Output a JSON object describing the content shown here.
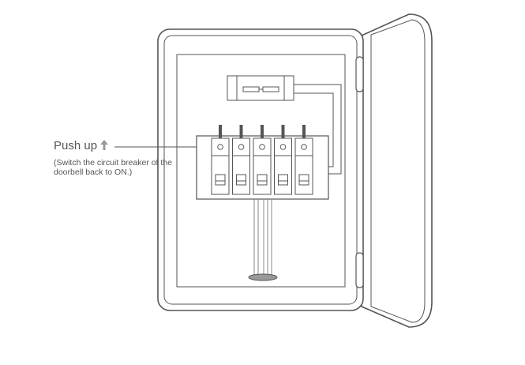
{
  "instruction": {
    "title": "Push up",
    "arrow_icon": "up-arrow-icon",
    "note": "(Switch the circuit breaker of the doorbell back to ON.)"
  },
  "breakers": {
    "count": 5,
    "state": "ON"
  },
  "colors": {
    "line": "#555555",
    "light_line": "#888888",
    "accent": "#999999"
  }
}
